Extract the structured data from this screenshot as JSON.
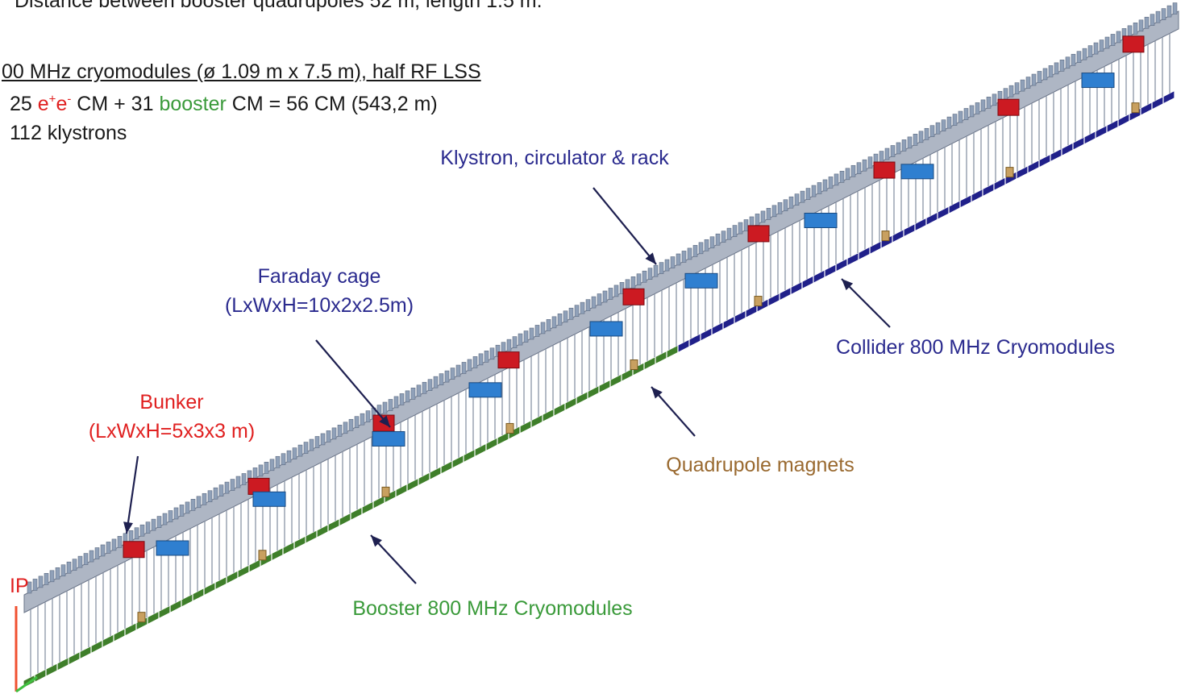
{
  "header": {
    "line1": "Distance between booster quadrupoles 52 m, length 1.5 m.",
    "cryo_title": "00 MHz cryomodules (ø 1.09 m x 7.5 m), half RF LSS",
    "cm_count": "25",
    "ee": "e",
    "ee_sup1": "+",
    "ee2": "e",
    "ee_sup2": "-",
    "cm_label1": "CM + 31",
    "booster_word": "booster",
    "cm_label2": "CM = 56 CM (543,2 m)",
    "klystrons": "112 klystrons"
  },
  "labels": {
    "klystron": "Klystron, circulator & rack",
    "faraday_1": "Faraday cage",
    "faraday_2": "(LxWxH=10x2x2.5m)",
    "collider": "Collider 800 MHz Cryomodules",
    "bunker_1": "Bunker",
    "bunker_2": "(LxWxH=5x3x3 m)",
    "quadrupole": "Quadrupole magnets",
    "booster": "Booster 800 MHz Cryomodules",
    "ip": "IP"
  },
  "colors": {
    "arrow": "#1e2050",
    "booster_cm": "#3f7f2a",
    "collider_cm": "#20208a",
    "bunker": "#cc1a22",
    "faraday": "#2f7fd0",
    "rack": "#8090a8",
    "axis_red": "#f05030",
    "axis_green": "#40c040"
  }
}
